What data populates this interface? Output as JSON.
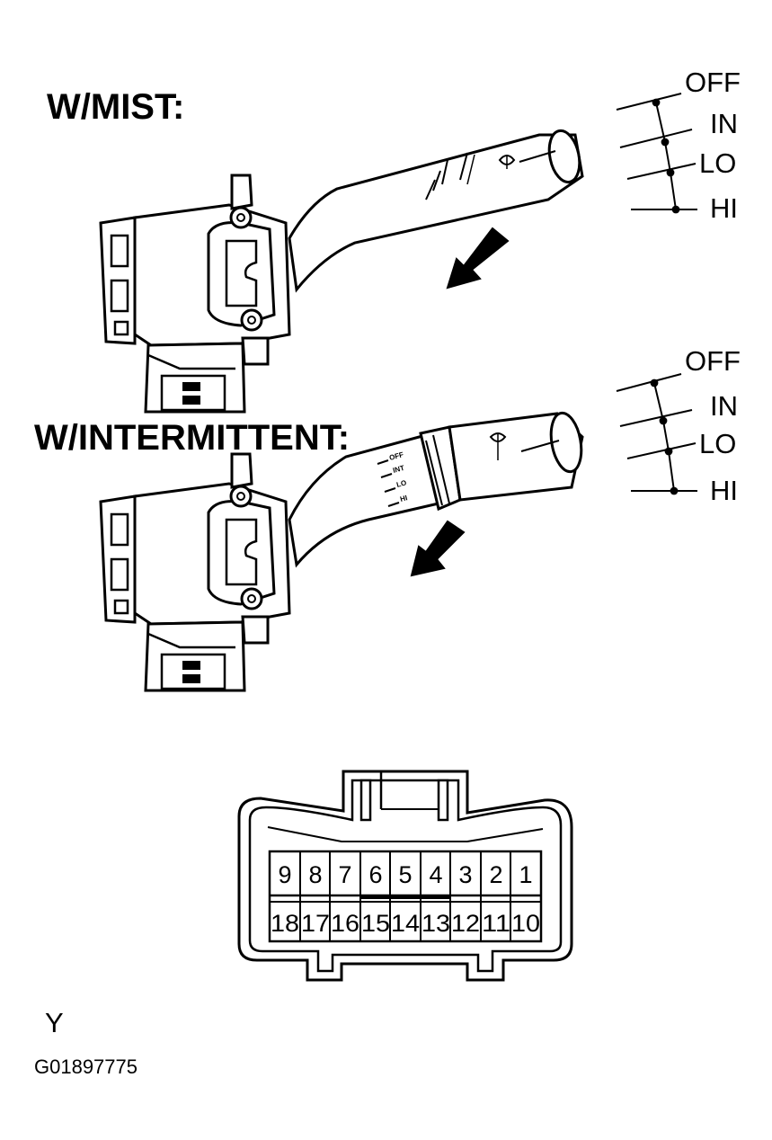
{
  "sections": {
    "mist": {
      "title": "W/MIST:",
      "positions": [
        "OFF",
        "IN",
        "LO",
        "HI"
      ]
    },
    "intermittent": {
      "title": "W/INTERMITTENT:",
      "positions": [
        "OFF",
        "IN",
        "LO",
        "HI"
      ],
      "ring_marks": [
        "OFF",
        "INT",
        "LO",
        "HI"
      ]
    }
  },
  "connector": {
    "top_row_pins": [
      "9",
      "8",
      "7",
      "6",
      "5",
      "4",
      "3",
      "2",
      "1"
    ],
    "bottom_row_pins": [
      "18",
      "17",
      "16",
      "15",
      "14",
      "13",
      "12",
      "11",
      "10"
    ]
  },
  "footer": {
    "view_label": "Y",
    "figure_id": "G01897775"
  }
}
